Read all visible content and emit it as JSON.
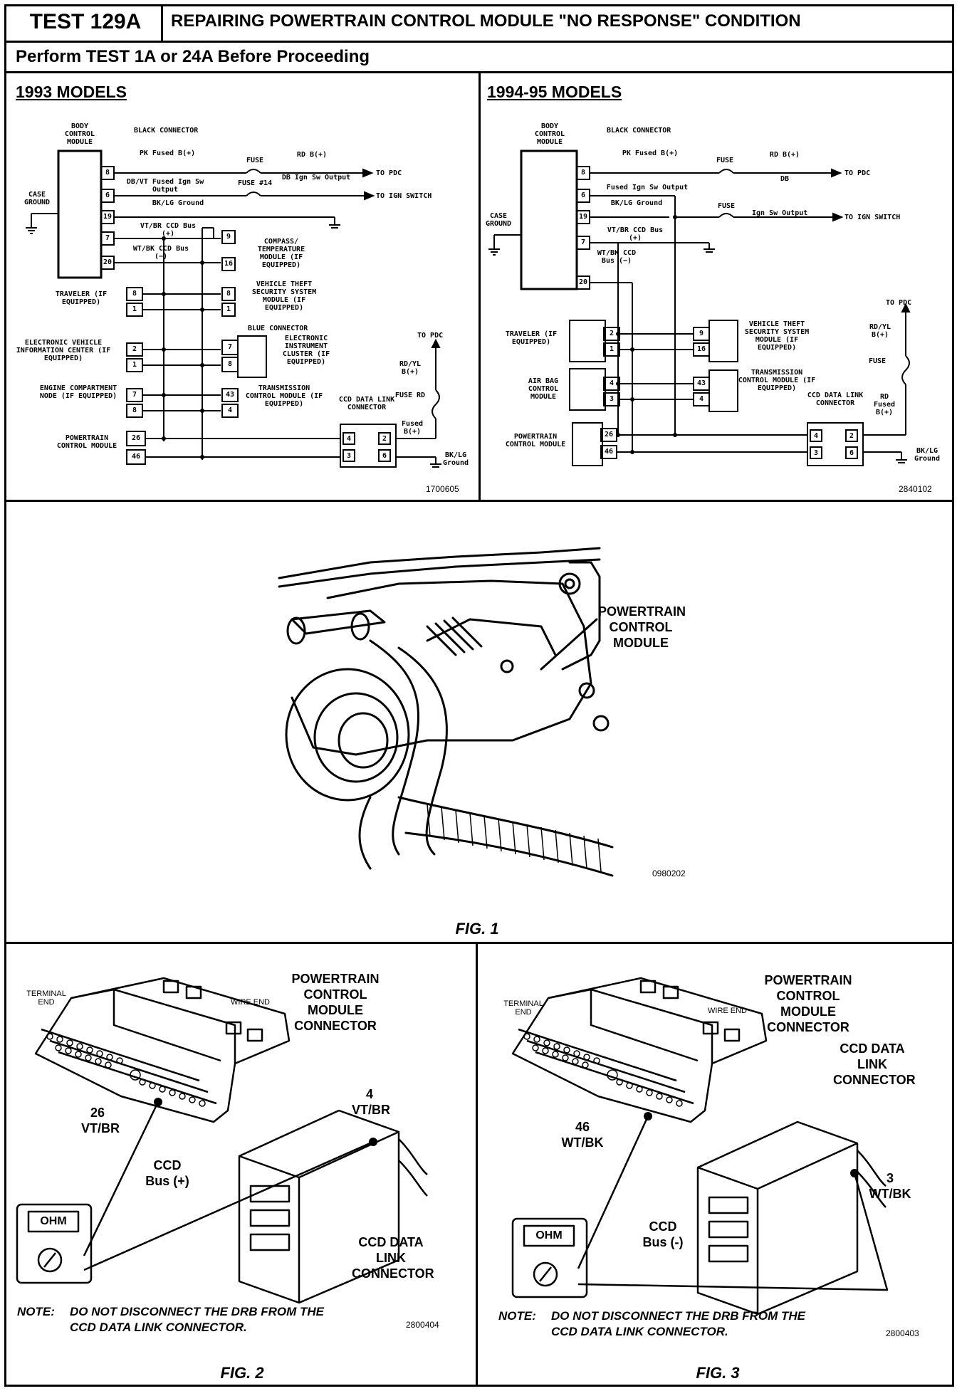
{
  "header": {
    "test_id": "TEST 129A",
    "title": "REPAIRING POWERTRAIN CONTROL MODULE \"NO RESPONSE\" CONDITION",
    "subtitle": "Perform TEST 1A or 24A Before Proceeding"
  },
  "left_diagram": {
    "heading": "1993 MODELS",
    "code": "1700605",
    "labels": {
      "bcm": "BODY CONTROL MODULE",
      "black_connector": "BLACK CONNECTOR",
      "case_ground": "CASE GROUND",
      "w8": "PK Fused B(+)",
      "w6": "DB/VT Fused Ign Sw Output",
      "fuse": "FUSE",
      "fuse14": "FUSE #14",
      "rd_b": "RD B(+)",
      "db_ign": "DB Ign Sw Output",
      "to_pdc": "TO PDC",
      "to_ign": "TO IGN SWITCH",
      "w19": "BK/LG Ground",
      "w7": "VT/BR CCD Bus (+)",
      "w20": "WT/BK CCD Bus (−)",
      "compass": "COMPASS/ TEMPERATURE MODULE (IF EQUIPPED)",
      "traveler": "TRAVELER (IF EQUIPPED)",
      "vts": "VEHICLE THEFT SECURITY SYSTEM MODULE (IF EQUIPPED)",
      "evic": "ELECTRONIC VEHICLE INFORMATION CENTER (IF EQUIPPED)",
      "blue_connector": "BLUE CONNECTOR",
      "eic": "ELECTRONIC INSTRUMENT CLUSTER (IF EQUIPPED)",
      "ecn": "ENGINE COMPARTMENT NODE (IF EQUIPPED)",
      "tcm": "TRANSMISSION CONTROL MODULE (IF EQUIPPED)",
      "pcm": "POWERTRAIN CONTROL MODULE",
      "ccd": "CCD DATA LINK CONNECTOR",
      "to_pdc2": "TO PDC",
      "rdyl": "RD/YL B(+)",
      "fuse_rd": "FUSE RD",
      "fused_b": "Fused B(+)",
      "bklg_ground": "BK/LG Ground"
    },
    "pins": {
      "bcm": [
        "8",
        "6",
        "19",
        "7",
        "20"
      ],
      "compass": [
        "9",
        "16"
      ],
      "traveler": [
        "8",
        "1"
      ],
      "vts": [
        "8",
        "1"
      ],
      "evic": [
        "2",
        "1"
      ],
      "eic": [
        "7",
        "8"
      ],
      "ecn": [
        "7",
        "8"
      ],
      "tcm": [
        "43",
        "4"
      ],
      "pcm": [
        "26",
        "46"
      ],
      "ccd_left": [
        "4",
        "3"
      ],
      "ccd_right": [
        "2",
        "6"
      ]
    }
  },
  "right_diagram": {
    "heading": "1994-95 MODELS",
    "code": "2840102",
    "labels": {
      "bcm": "BODY CONTROL MODULE",
      "black_connector": "BLACK CONNECTOR",
      "case_ground": "CASE GROUND",
      "w8": "PK Fused B(+)",
      "w6": "Fused Ign Sw Output",
      "fuse": "FUSE",
      "rd_b": "RD B(+)",
      "db": "DB",
      "to_pdc": "TO PDC",
      "w19": "BK/LG Ground",
      "fuse2": "FUSE",
      "ign_out": "Ign Sw Output",
      "to_ign": "TO IGN SWITCH",
      "w7": "VT/BR CCD Bus (+)",
      "w20": "WT/BK CCD Bus (−)",
      "traveler": "TRAVELER (IF EQUIPPED)",
      "vts": "VEHICLE THEFT SECURITY SYSTEM MODULE (IF EQUIPPED)",
      "airbag": "AIR BAG CONTROL MODULE",
      "tcm": "TRANSMISSION CONTROL MODULE (IF EQUIPPED)",
      "pcm": "POWERTRAIN CONTROL MODULE",
      "ccd": "CCD DATA LINK CONNECTOR",
      "to_pdc2": "TO PDC",
      "rdyl": "RD/YL B(+)",
      "fuse3": "FUSE",
      "rd_fused": "RD Fused B(+)",
      "bklg_ground": "BK/LG Ground"
    },
    "pins": {
      "bcm": [
        "8",
        "6",
        "19",
        "7",
        "20"
      ],
      "traveler": [
        "2",
        "1"
      ],
      "vts": [
        "9",
        "16"
      ],
      "airbag": [
        "4",
        "3"
      ],
      "tcm": [
        "43",
        "4"
      ],
      "pcm": [
        "26",
        "46"
      ],
      "ccd_left": [
        "4",
        "3"
      ],
      "ccd_right": [
        "2",
        "6"
      ]
    }
  },
  "fig1": {
    "callout": "POWERTRAIN CONTROL MODULE",
    "code": "0980202",
    "caption": "FIG. 1"
  },
  "fig2": {
    "title": "POWERTRAIN CONTROL MODULE CONNECTOR",
    "terminal_end": "TERMINAL END",
    "wire_end": "WIRE END",
    "pin_a": "26 VT/BR",
    "pin_b": "4 VT/BR",
    "bus": "CCD Bus (+)",
    "ccd": "CCD DATA LINK CONNECTOR",
    "meter": "OHM",
    "note_head": "NOTE:",
    "note_body": "DO NOT DISCONNECT THE DRB FROM THE CCD DATA LINK CONNECTOR.",
    "code": "2800404",
    "caption": "FIG. 2"
  },
  "fig3": {
    "title": "POWERTRAIN CONTROL MODULE CONNECTOR",
    "terminal_end": "TERMINAL END",
    "wire_end": "WIRE END",
    "ccd_top": "CCD DATA LINK CONNECTOR",
    "pin_a": "46 WT/BK",
    "pin_b": "3 WT/BK",
    "bus": "CCD Bus (-)",
    "meter": "OHM",
    "note_head": "NOTE:",
    "note_body": "DO NOT DISCONNECT THE DRB FROM THE CCD DATA LINK CONNECTOR.",
    "code": "2800403",
    "caption": "FIG. 3"
  }
}
